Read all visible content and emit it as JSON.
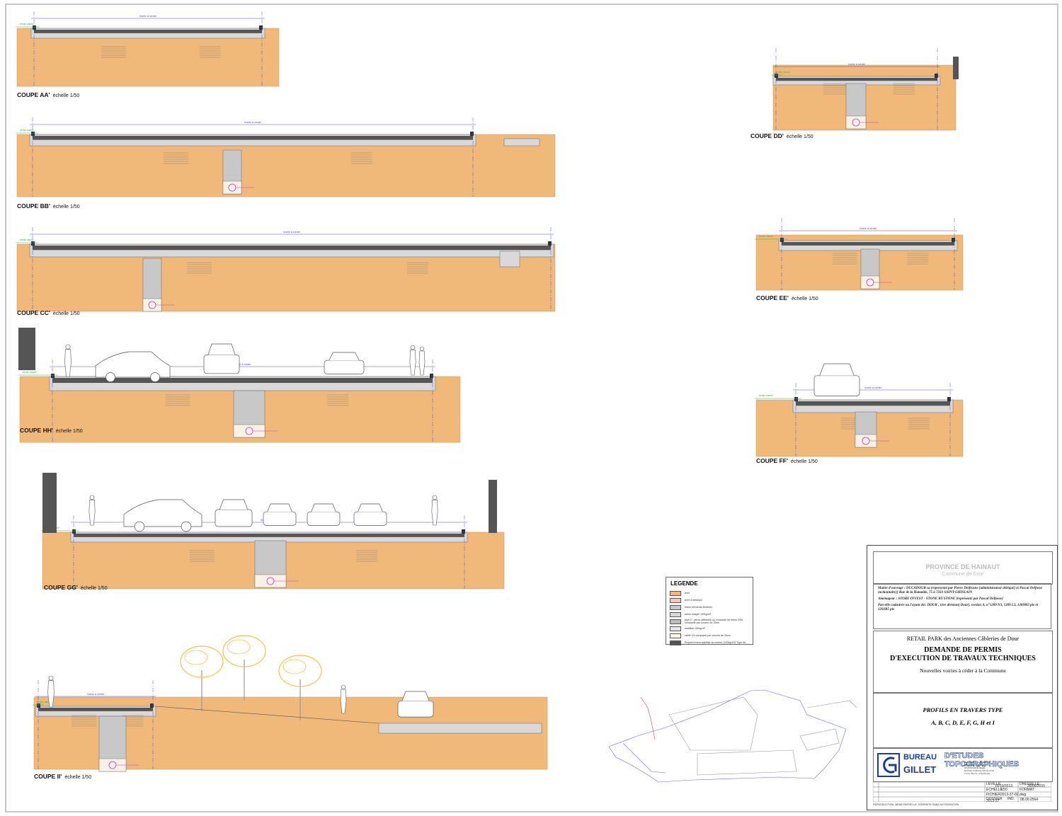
{
  "sections": [
    {
      "id": "aa",
      "title": "COUPE AA'",
      "scale": "échelle 1/50",
      "label_left": "Voirie à céder"
    },
    {
      "id": "bb",
      "title": "COUPE BB'",
      "scale": "échelle 1/50",
      "label_left": "Voirie à céder"
    },
    {
      "id": "cc",
      "title": "COUPE CC'",
      "scale": "échelle 1/50",
      "label_left": "Voirie à céder"
    },
    {
      "id": "dd",
      "title": "COUPE DD'",
      "scale": "échelle 1/50",
      "label_left": "Voirie à céder"
    },
    {
      "id": "ee",
      "title": "COUPE EE'",
      "scale": "échelle 1/50",
      "label_left": "Voirie à céder"
    },
    {
      "id": "ff",
      "title": "COUPE FF'",
      "scale": "échelle 1/50",
      "label_left": "Voirie à céder"
    },
    {
      "id": "hh",
      "title": "COUPE HH'",
      "scale": "échelle 1/50",
      "label_left": "Voirie à céder"
    },
    {
      "id": "gg",
      "title": "COUPE GG'",
      "scale": "échelle 1/50",
      "label_left": "Voirie à céder"
    },
    {
      "id": "ii",
      "title": "COUPE II'",
      "scale": "échelle 1/50",
      "label_left": "Voirie à céder"
    }
  ],
  "ground_label": "terrain naturel",
  "legend": {
    "title": "LEGENDE",
    "items": [
      {
        "color": "#f0b97a",
        "text": "terre"
      },
      {
        "color": "#f4c7c0",
        "text": "terre à déblayer"
      },
      {
        "color": "#c8c8c8",
        "text": "béton éléments linéaires"
      },
      {
        "color": "#d9d9d9",
        "text": "béton maigre 150kg/m³"
      },
      {
        "color": "#bdbdbd",
        "text": "type 2 : pierre artificielle ou concassé de béton 0/56 compacté par couche de 20cm"
      },
      {
        "color": "#e6e6e6",
        "text": "stabilisé 150kg/m³"
      },
      {
        "color": "#fffbe0",
        "text": "sable 0/4 compacté par couche de 20cm"
      },
      {
        "color": "#555555",
        "text": "Empierrement stabilisé au ciment (100kg/m3) Type IIA"
      }
    ]
  },
  "titleblock": {
    "province": "PROVINCE DE HAINAUT",
    "commune": "Commune de Dour",
    "maitre": "Maître d'ouvrage : DUCADOUR sa (représenté par Pierre Delfrasne (administrateur délégué) et Pascal Delfosse (actionnaire)) Rue de la Hamaide, 75 à 7333 SAINT-GHISLAIN",
    "amenageur": "Aménageur : STORE INVEST - STONE BY STONE (représenté par Pascal Delfosse)",
    "parcelle": "Parcelle cadastrée ou l'ayant été: DOUR , 1ère division( Dour), section A, n°1209 N3, 1209 L3, 1209M3 pie et 1292B5 pie",
    "retail": "RETAIL PARK des Anciennes Câbleries de Dour",
    "demande_l1": "DEMANDE DE PERMIS",
    "demande_l2": "D'EXECUTION DE TRAVAUX TECHNIQUES",
    "nouvelles": "Nouvelles voiries à céder à la Commune",
    "profils_l1": "PROFILS EN TRAVERS TYPE",
    "profils_l2": "A, B, C, D, E, F, G, H et I",
    "bureau": "BUREAU",
    "etudes": "D'ETUDES TOPOGRAPHIQUES",
    "gillet": "GILLET",
    "address": "Rue d'Eutres, 51 B-5000 LA BRUYERE ( Rhisnes ) Tél.: 081/43.02.40 & mlanté 0475/82.17.98 Fax: 081/61.53.81 T.V.A : B.T.W : 426.255.431",
    "leve_label": "LEVE LE",
    "leve_date": "16/10/2013",
    "dresse_label": "DRESSE LE",
    "dresse_date": "26/05/2015",
    "echelle_label": "ECHELLE",
    "echelle": "1/50",
    "format_label": "FORMAT",
    "fichier_label": "FICHIER",
    "fichier": "2013-37-02.dwg",
    "dossier_label": "DOSSIER",
    "dossier": "2013-37",
    "ind_label": "IND.",
    "ref": "08.00.2564",
    "repro": "REPRODUCTION, MEME PARTIELLE, INTERDITE SANS AUTORISATION"
  }
}
